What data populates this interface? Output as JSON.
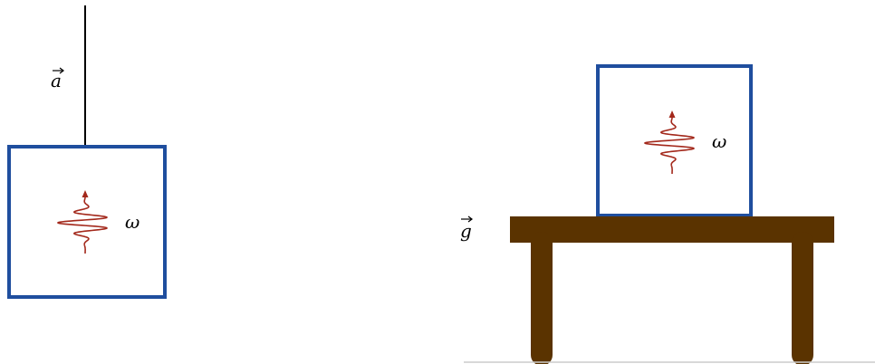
{
  "colors": {
    "box_border": "#1f4e9e",
    "photon": "#a3281b",
    "table": "#5a3300",
    "rope": "#000000",
    "floor": "#cccccc"
  },
  "left_panel": {
    "acceleration_label": "a",
    "frequency_label": "ω"
  },
  "right_panel": {
    "gravity_label": "g",
    "frequency_label": "ω"
  },
  "icons": {
    "photon": "photon-wave-packet-icon",
    "vector_arrow": "vector-arrow-icon"
  }
}
